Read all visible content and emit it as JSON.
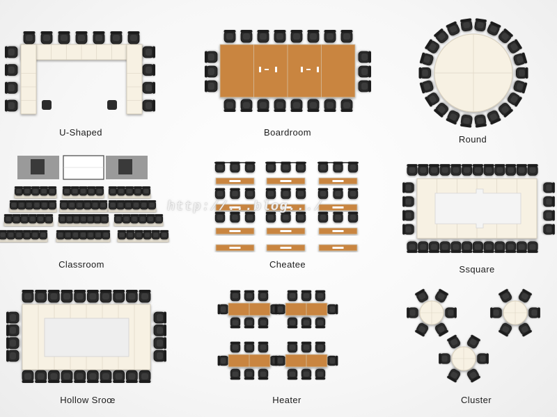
{
  "layouts": [
    {
      "id": "u-shaped",
      "label": "U-Shaped"
    },
    {
      "id": "boardroom",
      "label": "Boardroom"
    },
    {
      "id": "round",
      "label": "Round"
    },
    {
      "id": "classroom",
      "label": "Classroom"
    },
    {
      "id": "cheatee",
      "label": "Cheatee"
    },
    {
      "id": "square",
      "label": "Ssquare"
    },
    {
      "id": "hollow-square",
      "label": "Hollow Sroœ"
    },
    {
      "id": "heater",
      "label": "Heater"
    },
    {
      "id": "cluster",
      "label": "Cluster"
    }
  ],
  "watermark": "http://...blog.../",
  "colors": {
    "chair": "#2b2b2b",
    "chair_edge": "#111111",
    "table_white": "#f7f1e3",
    "table_wood": "#c9853f",
    "screen_gray": "#9a9a9a",
    "screen_dark": "#3a3a3a"
  }
}
